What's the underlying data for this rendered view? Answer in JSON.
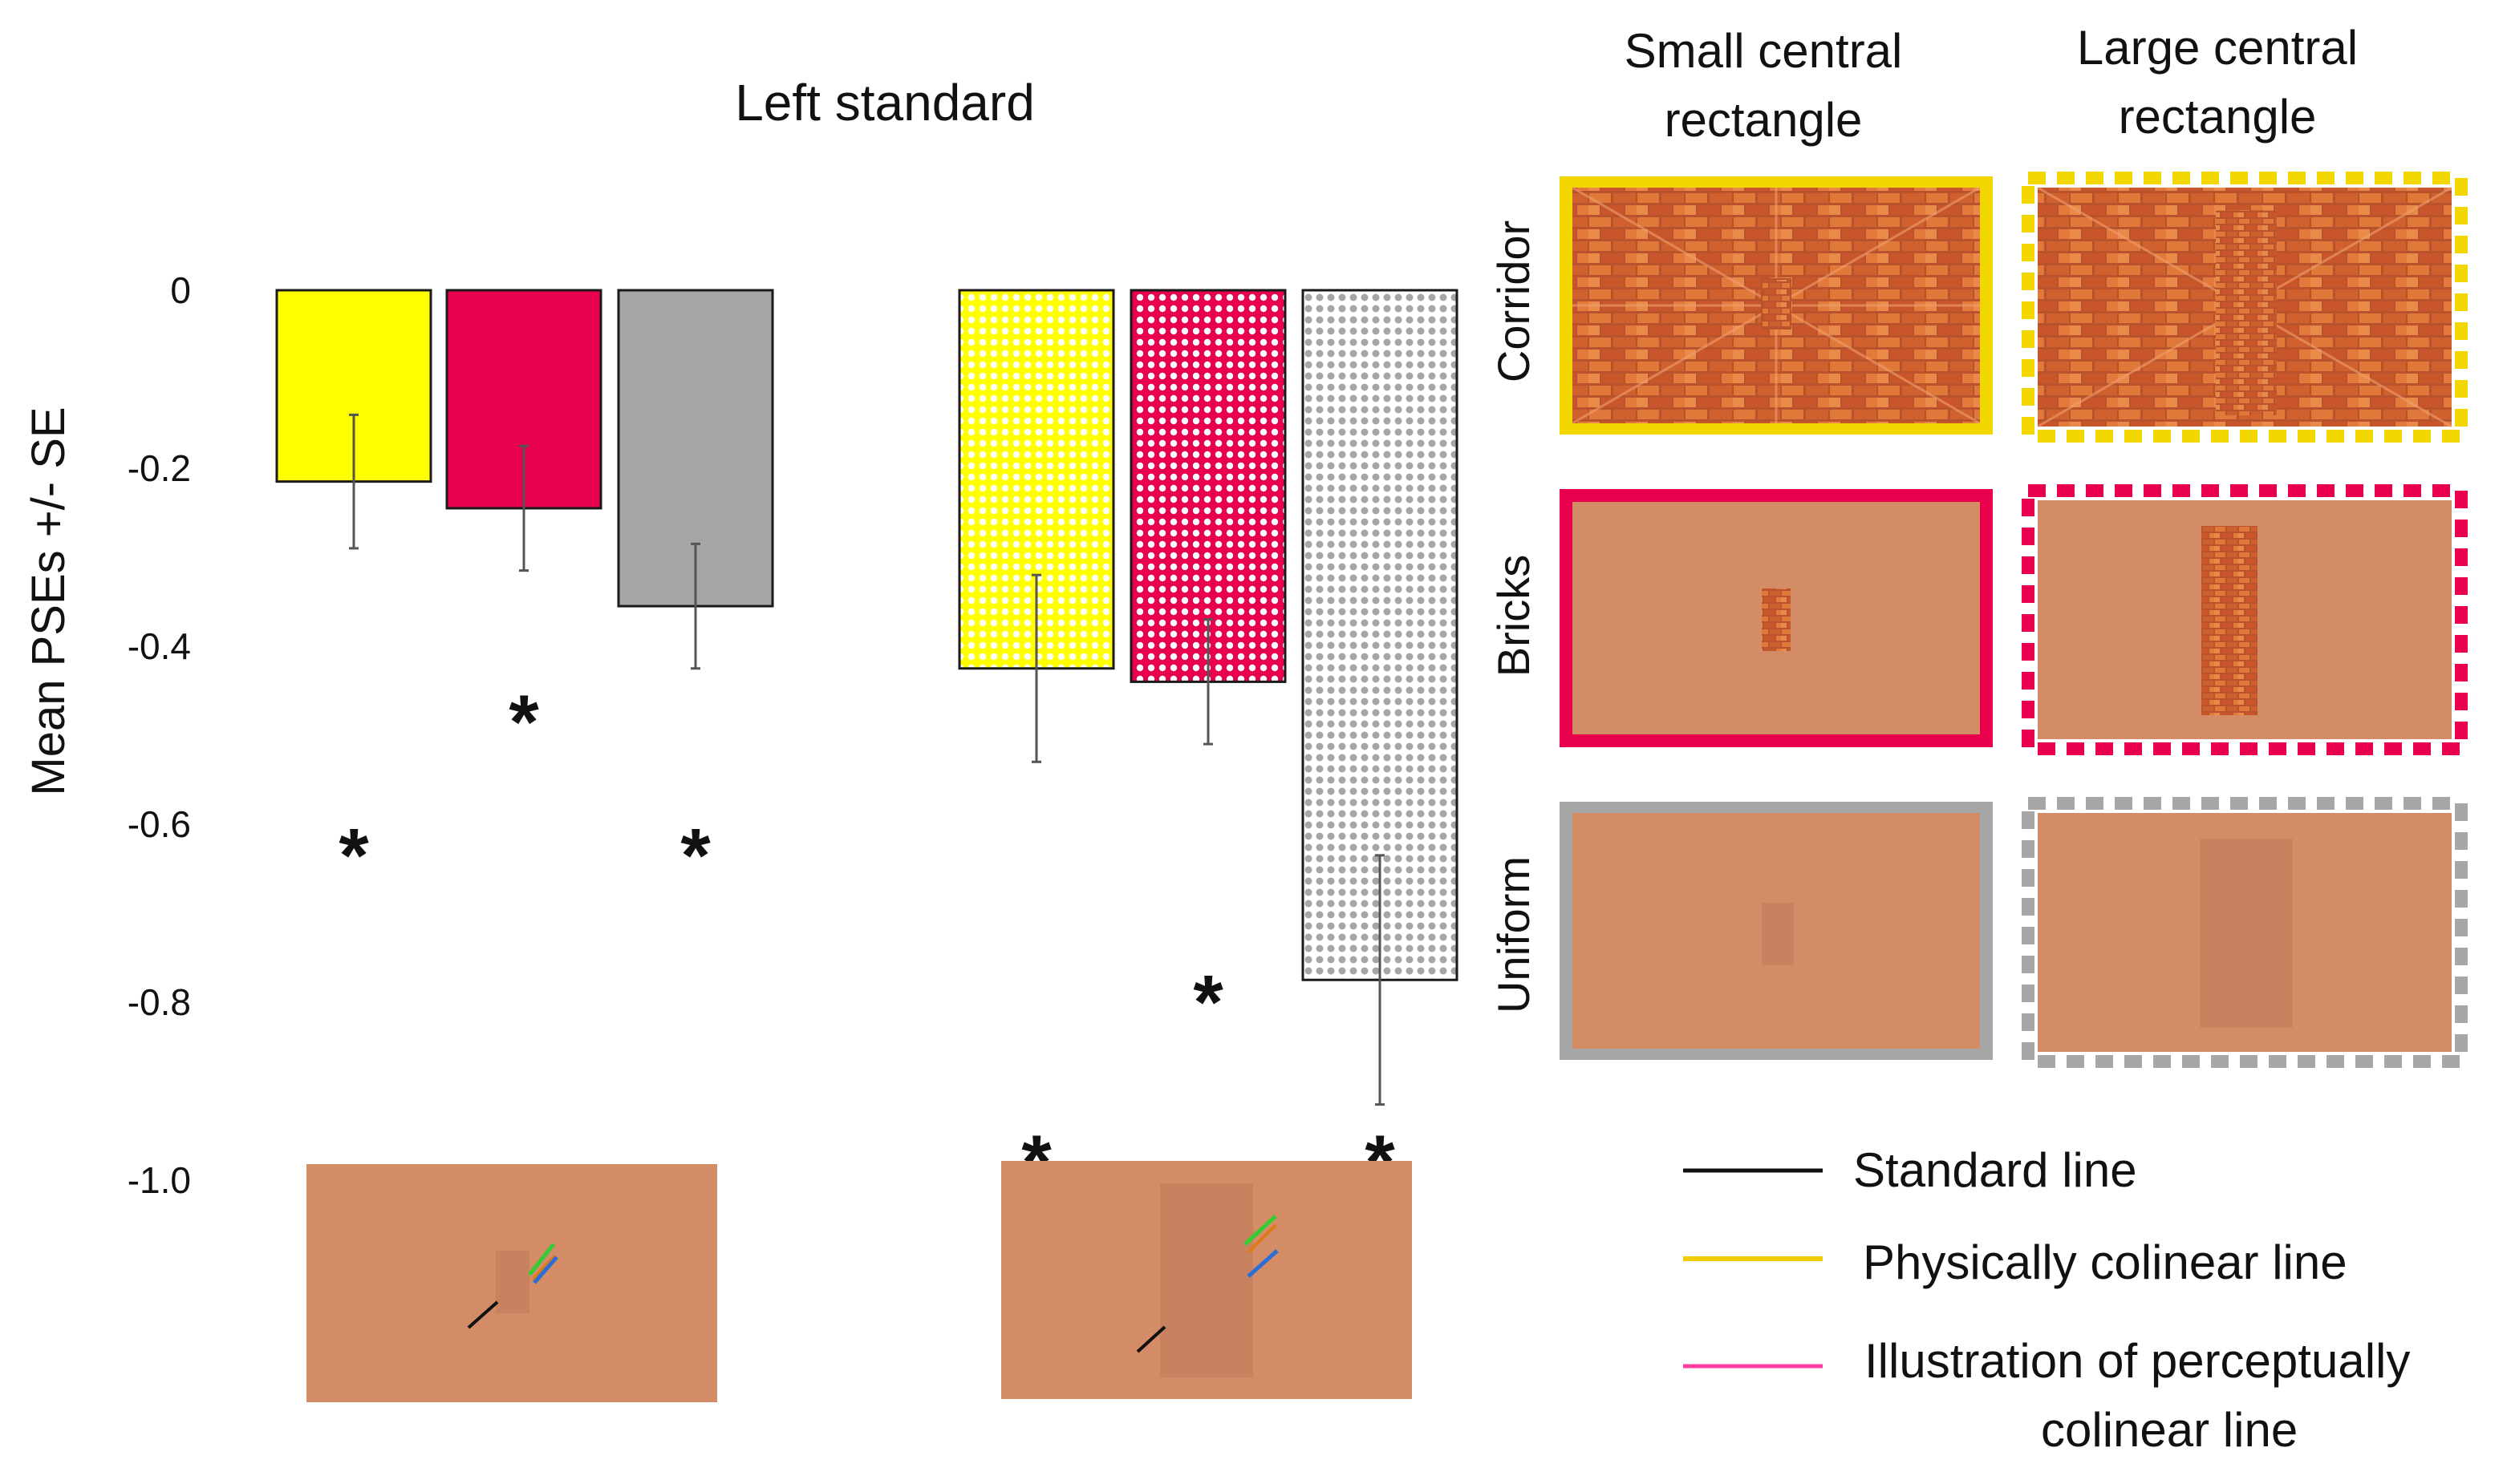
{
  "colors": {
    "yellow": "#ffff00",
    "crimson": "#e8004c",
    "gray": "#a6a6a6",
    "tan": "#d48c66",
    "tan_dark": "#c98260",
    "bar_stroke": "#1a1a1a",
    "legend_black": "#111111",
    "legend_yellow": "#f2cc00",
    "legend_pink": "#ff3da0",
    "line_green": "#33cc33",
    "line_blue": "#2a6fd6",
    "line_orange": "#e07a18"
  },
  "chart_data": {
    "type": "bar",
    "title": "Left standard",
    "ylabel": "Mean PSEs +/- SE",
    "ylim": [
      -1.0,
      0
    ],
    "yticks": [
      {
        "value": 0,
        "label": "0"
      },
      {
        "value": -0.2,
        "label": "-0.2"
      },
      {
        "value": -0.4,
        "label": "-0.4"
      },
      {
        "value": -0.6,
        "label": "-0.6"
      },
      {
        "value": -0.8,
        "label": "-0.8"
      },
      {
        "value": -1.0,
        "label": "-1.0"
      }
    ],
    "groups": [
      {
        "name": "Small central rectangle",
        "bars": [
          {
            "condition": "Corridor",
            "value": -0.215,
            "se": 0.075,
            "color": "yellow",
            "pattern": "solid"
          },
          {
            "condition": "Bricks",
            "value": -0.245,
            "se": 0.07,
            "color": "crimson",
            "pattern": "solid"
          },
          {
            "condition": "Uniform",
            "value": -0.355,
            "se": 0.07,
            "color": "gray",
            "pattern": "solid"
          }
        ],
        "stars": [
          {
            "label": "*",
            "x_bar": 0,
            "y": -0.625
          },
          {
            "label": "*",
            "x_bar": 1,
            "y": -0.475
          },
          {
            "label": "*",
            "x_bar": 2,
            "y": -0.625
          }
        ]
      },
      {
        "name": "Large central rectangle",
        "bars": [
          {
            "condition": "Corridor",
            "value": -0.425,
            "se": 0.105,
            "color": "yellow",
            "pattern": "dotted"
          },
          {
            "condition": "Bricks",
            "value": -0.44,
            "se": 0.07,
            "color": "crimson",
            "pattern": "dotted"
          },
          {
            "condition": "Uniform",
            "value": -0.775,
            "se": 0.14,
            "color": "gray",
            "pattern": "dotted"
          }
        ],
        "stars": [
          {
            "label": "*",
            "x_bar": 1,
            "y": -0.79
          },
          {
            "label": "*",
            "x_bar": 0,
            "y": -0.97
          },
          {
            "label": "*",
            "x_bar": 2,
            "y": -0.97
          }
        ]
      }
    ]
  },
  "panel": {
    "columns": [
      "Small central rectangle",
      "Large central rectangle"
    ],
    "rows": [
      "Corridor",
      "Bricks",
      "Uniform"
    ]
  },
  "legend": {
    "items": [
      {
        "label": "Standard line",
        "color": "legend_black"
      },
      {
        "label": "Physically colinear line",
        "color": "legend_yellow"
      },
      {
        "label": "Illustration of perceptually colinear line",
        "color": "legend_pink"
      }
    ]
  }
}
